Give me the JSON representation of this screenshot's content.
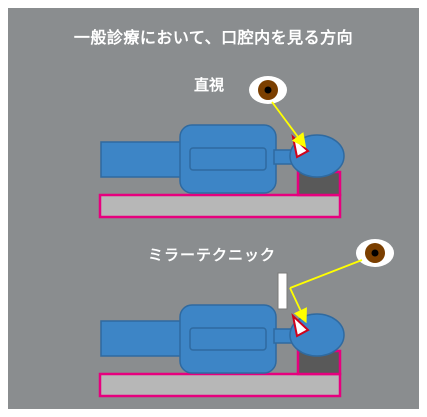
{
  "title": "一般診療において、口腔内を見る方向",
  "panels": {
    "direct": {
      "label": "直視"
    },
    "mirror": {
      "label": "ミラーテクニック"
    }
  },
  "colors": {
    "background": "#8a8d8f",
    "body": "#3d85c6",
    "body_stroke": "#2f6aa0",
    "bed_fill": "#b7b7b7",
    "bed_border": "#e6007e",
    "pillow": "#595959",
    "sight_line": "#ffff00",
    "eye_iris": "#7b3f00"
  }
}
